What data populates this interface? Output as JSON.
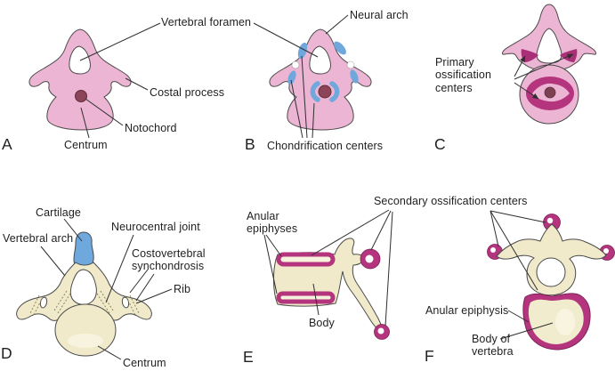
{
  "figure": {
    "description_visible": "",
    "panels": {
      "a": {
        "letter": "A",
        "labels": {
          "vertebral_foramen": "Vertebral foramen",
          "costal_process": "Costal process",
          "notochord": "Notochord",
          "centrum": "Centrum"
        }
      },
      "b": {
        "letter": "B",
        "labels": {
          "neural_arch": "Neural arch",
          "chondrification_centers": "Chondrification centers"
        }
      },
      "c": {
        "letter": "C",
        "labels": {
          "primary_ossification_centers": "Primary ossification centers"
        }
      },
      "d": {
        "letter": "D",
        "labels": {
          "cartilage": "Cartilage",
          "vertebral_arch": "Vertebral arch",
          "neurocentral_joint": "Neurocentral joint",
          "costovertebral_synchondrosis": "Costovertebral synchondrosis",
          "rib": "Rib",
          "centrum": "Centrum"
        }
      },
      "e": {
        "letter": "E",
        "labels": {
          "anular_epiphyses": "Anular epiphyses",
          "body": "Body"
        }
      },
      "f": {
        "letter": "F",
        "labels": {
          "anular_epiphysis": "Anular epiphysis",
          "body_of_vertebra": "Body of vertebra"
        }
      },
      "shared": {
        "secondary_ossification_centers": "Secondary ossification centers"
      }
    },
    "colors": {
      "background": "#ffffff",
      "mesenchyme_pink": "#ECB5D3",
      "cartilage_blue": "#6FA8DC",
      "bone_cream": "#F0EACB",
      "ossification_magenta": "#B5347E",
      "notochord_maroon": "#8E4458",
      "outline": "#4a4a4a",
      "leader_line": "#2f2f2f",
      "text": "#1f1f1f"
    }
  }
}
